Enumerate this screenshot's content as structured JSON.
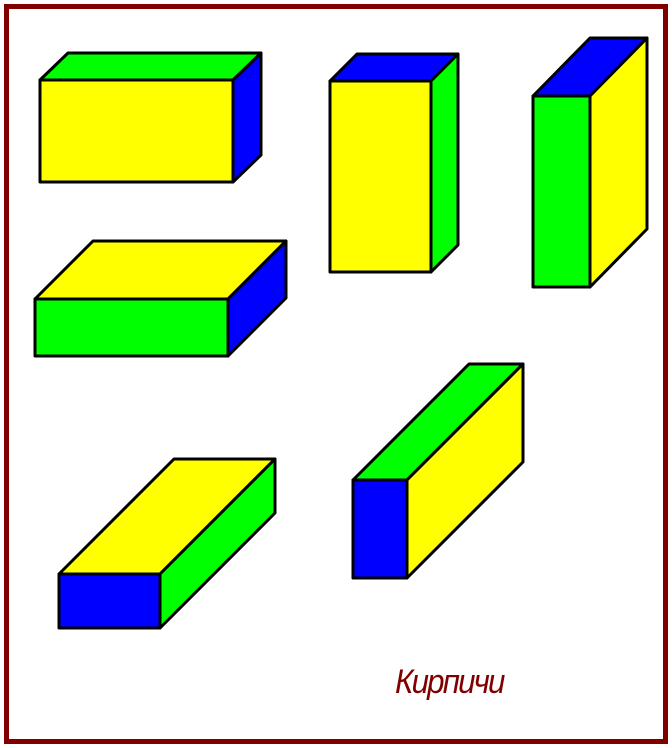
{
  "caption": "Кирпичи",
  "colors": {
    "frame": "#800000",
    "outline": "#000000",
    "yellow": "#ffff00",
    "green": "#00ff00",
    "blue": "#0000ff",
    "caption": "#800000"
  },
  "bricks": [
    {
      "name": "brick-horizontal-blue-end",
      "faces": {
        "front": "yellow",
        "top": "green",
        "side": "blue"
      }
    },
    {
      "name": "brick-tall-green-side",
      "faces": {
        "front": "yellow",
        "top": "blue",
        "side": "green"
      }
    },
    {
      "name": "brick-tall-yellow-side",
      "faces": {
        "front": "green",
        "top": "blue",
        "side": "yellow"
      }
    },
    {
      "name": "brick-flat-yellow-top",
      "faces": {
        "front": "green",
        "top": "yellow",
        "side": "blue"
      }
    },
    {
      "name": "brick-long-blue-end",
      "faces": {
        "front": "blue",
        "top": "yellow",
        "side": "green"
      }
    },
    {
      "name": "brick-long-green-top",
      "faces": {
        "front": "blue",
        "top": "green",
        "side": "yellow"
      }
    }
  ]
}
